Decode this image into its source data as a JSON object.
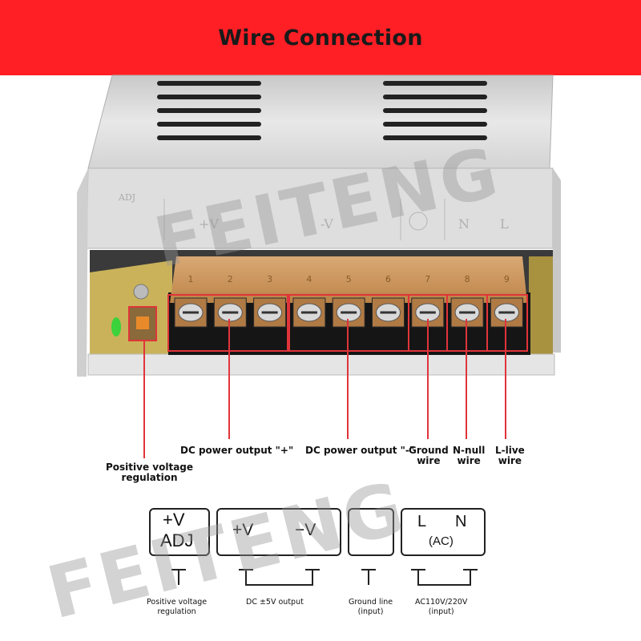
{
  "banner": {
    "title": "Wire Connection",
    "color": "#ff1f24"
  },
  "device": {
    "case_labels": {
      "adj": "ADJ",
      "plus_v": "+V",
      "minus_v": "-V",
      "n": "N",
      "l": "L"
    },
    "terminal_numbers": [
      "1",
      "2",
      "3",
      "4",
      "5",
      "6",
      "7",
      "8",
      "9"
    ],
    "terminal_cover_color": "#d9a062",
    "wire_color": "#e0343a"
  },
  "callouts": {
    "positive_voltage": [
      "Positive voltage",
      "regulation"
    ],
    "dc_plus": "DC power output \"+\"",
    "dc_minus": "DC power output \"-\"",
    "ground": [
      "Ground",
      "wire"
    ],
    "n_null": [
      "N-null",
      "wire"
    ],
    "l_live": [
      "L-live",
      "wire"
    ]
  },
  "symbols": {
    "adj_box": {
      "line1": "+V",
      "line2": "ADJ"
    },
    "dc_box": {
      "plus": "+V",
      "minus": "−V"
    },
    "ground_box": {
      "icon": "ground-icon"
    },
    "ac_box": {
      "l": "L",
      "n": "N",
      "sub": "(AC)"
    }
  },
  "captions": {
    "adj": [
      "Positive voltage",
      "regulation"
    ],
    "dc": "DC ±5V output",
    "ground": [
      "Ground line",
      "(input)"
    ],
    "ac": [
      "AC110V/220V",
      "(input)"
    ]
  },
  "watermark": "FEITENG"
}
